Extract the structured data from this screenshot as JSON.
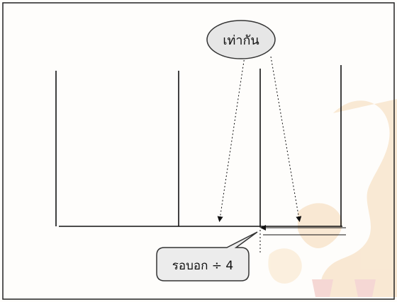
{
  "slide": {
    "background_color": "#fefdfb",
    "border_color": "#222222"
  },
  "labels": {
    "equal": "เท่ากัน",
    "perimeter_divided": "รอบอก ÷ 4"
  },
  "colors": {
    "line": "#111111",
    "ellipse_fill": "#e6e6e6",
    "callout_fill": "#ececec",
    "callout_stroke": "#333333",
    "watermark": "#e8a24a"
  },
  "watermark": {
    "type": "emblem-watermark"
  }
}
